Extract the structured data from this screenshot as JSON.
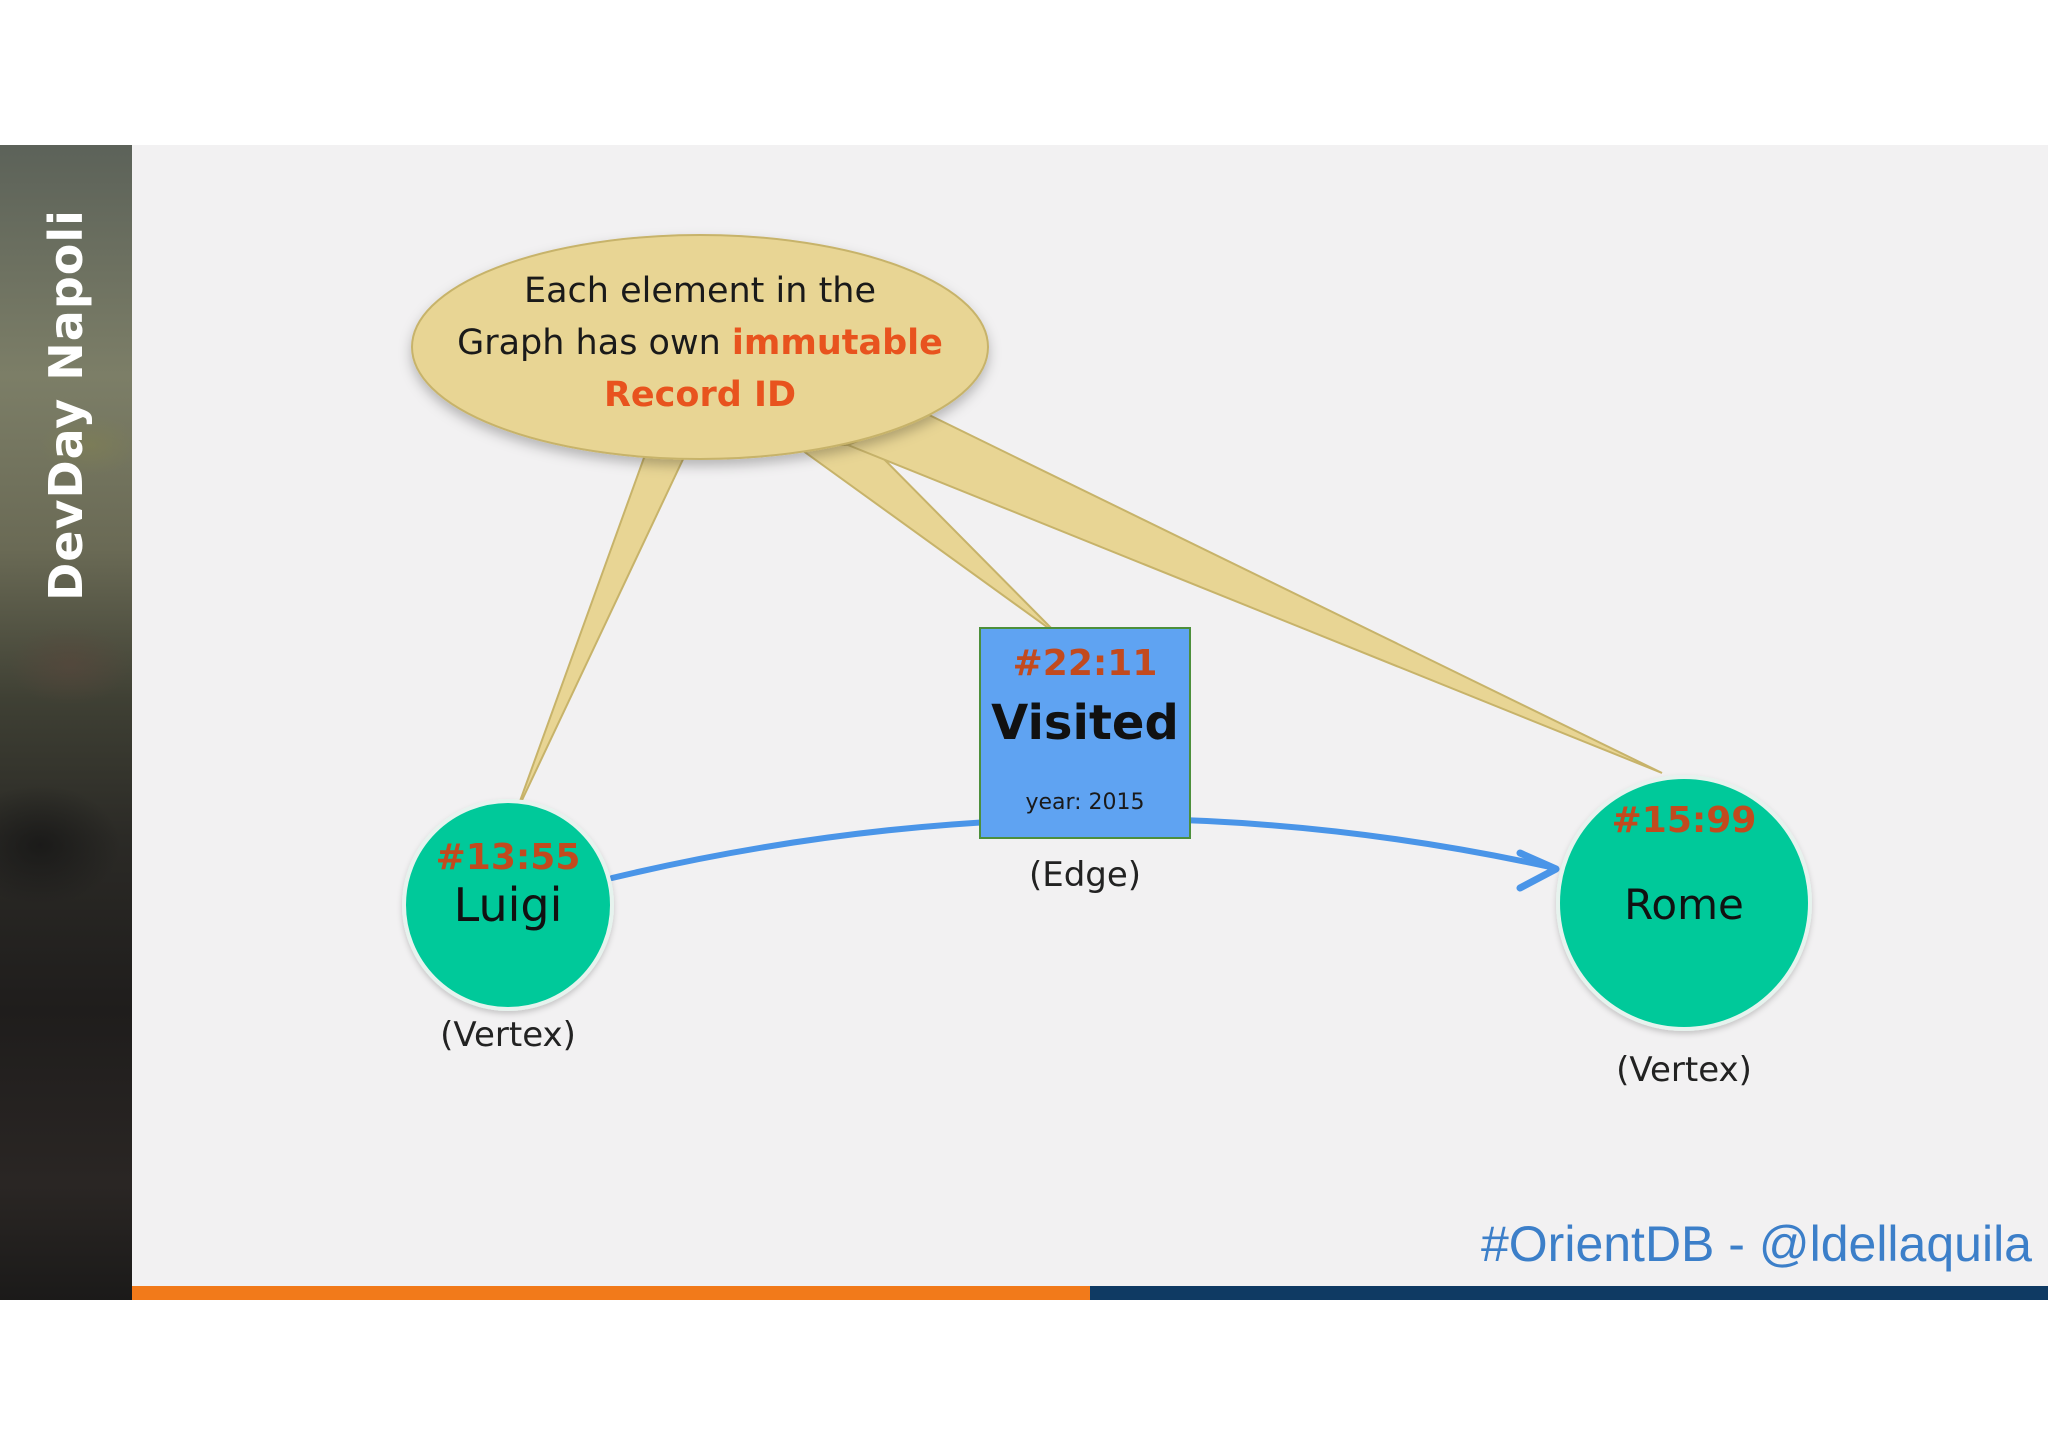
{
  "sidebar": {
    "title": "DevDay Napoli"
  },
  "callout": {
    "line1": "Each element in the",
    "line2_pre": "Graph has own ",
    "line2_highlight": "immutable",
    "line3_highlight": "Record ID"
  },
  "vertex_left": {
    "rid": "#13:55",
    "name": "Luigi",
    "caption": "(Vertex)"
  },
  "edge": {
    "rid": "#22:11",
    "name": "Visited",
    "property": "year: 2015",
    "caption": "(Edge)"
  },
  "vertex_right": {
    "rid": "#15:99",
    "name": "Rome",
    "caption": "(Vertex)"
  },
  "footer": {
    "handle": "#OrientDB - @ldellaquila"
  },
  "colors": {
    "vertex_fill": "#00c99a",
    "edge_fill": "#5fa3f2",
    "callout_fill": "#e8d594",
    "record_id": "#c24a1e",
    "highlight": "#e8531e",
    "arrow": "#4a95e8",
    "bar_orange": "#f27a1a",
    "bar_navy": "#0f3a63"
  }
}
